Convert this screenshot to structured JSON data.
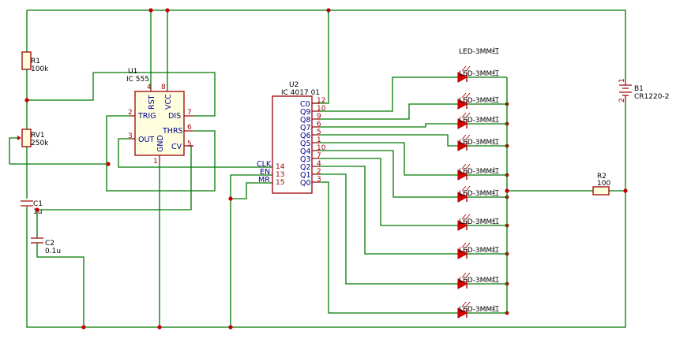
{
  "components": {
    "r1": {
      "ref": "R1",
      "value": "100k"
    },
    "rv1": {
      "ref": "RV1",
      "value": "250k"
    },
    "c1": {
      "ref": "C1",
      "value": "1u"
    },
    "c2": {
      "ref": "C2",
      "value": "0.1u"
    },
    "u1": {
      "ref": "U1",
      "value": "IC 555"
    },
    "u2": {
      "ref": "U2",
      "value": "IC 4017 01"
    },
    "r2": {
      "ref": "R2",
      "value": "100"
    },
    "b1": {
      "ref": "B1",
      "value": "CR1220-2"
    }
  },
  "u1_pins": [
    {
      "num": "4",
      "label": "RST"
    },
    {
      "num": "8",
      "label": "VCC"
    },
    {
      "num": "2",
      "label": "TRIG"
    },
    {
      "num": "7",
      "label": "DIS"
    },
    {
      "num": "6",
      "label": "THRS"
    },
    {
      "num": "3",
      "label": "OUT"
    },
    {
      "num": "1",
      "label": "GND"
    },
    {
      "num": "5",
      "label": "CV"
    }
  ],
  "u2_outputs": [
    {
      "num": "12",
      "label": "C0"
    },
    {
      "num": "10",
      "label": "Q9"
    },
    {
      "num": "9",
      "label": "Q8"
    },
    {
      "num": "6",
      "label": "Q7"
    },
    {
      "num": "5",
      "label": "Q6"
    },
    {
      "num": "1",
      "label": "Q5"
    },
    {
      "num": "10",
      "label": "Q4"
    },
    {
      "num": "7",
      "label": "Q3"
    },
    {
      "num": "4",
      "label": "Q2"
    },
    {
      "num": "2",
      "label": "Q1"
    },
    {
      "num": "3",
      "label": "Q0"
    }
  ],
  "u2_inputs": [
    {
      "num": "14",
      "label": "CLK"
    },
    {
      "num": "13",
      "label": "EN"
    },
    {
      "num": "15",
      "label": "MR"
    }
  ],
  "led_value": "LED-3MM红",
  "battery_pins": {
    "pos": "1",
    "neg": "2"
  }
}
